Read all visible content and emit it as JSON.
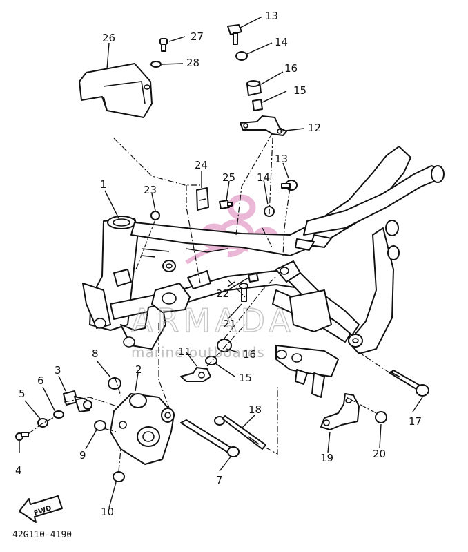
{
  "diagram": {
    "callouts": [
      "1",
      "2",
      "3",
      "4",
      "5",
      "6",
      "7",
      "8",
      "9",
      "10",
      "11",
      "12",
      "13",
      "14",
      "15",
      "16",
      "17",
      "18",
      "19",
      "20",
      "21",
      "22",
      "23",
      "24",
      "25",
      "26",
      "27",
      "28",
      "13",
      "14",
      "16",
      "15"
    ],
    "fwd_label": "FWD",
    "drawing_code": "42G110-4190",
    "watermark": {
      "brand": "ARMADA",
      "tagline": "marine outboards",
      "logo_color": "#e7a6cc"
    }
  }
}
